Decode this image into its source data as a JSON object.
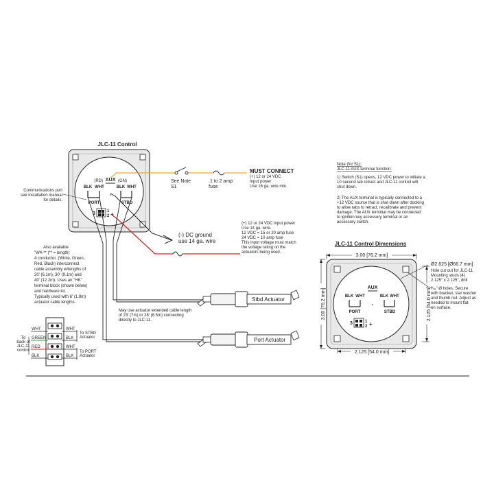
{
  "control": {
    "title": "JLC-11 Control",
    "aux": "AUX",
    "rd": "(RD)",
    "gn": "(GN)",
    "blk_left": "BLK",
    "wht_left": "WHT",
    "blk_right": "BLK",
    "wht_right": "WHT",
    "port": "PORT",
    "stbd": "STBD",
    "minus": "-",
    "plus": "+",
    "digits": [
      "3",
      "1",
      "2"
    ]
  },
  "comm_port_note": [
    "Communications port",
    "see installation manual",
    "for details."
  ],
  "switch": {
    "label": [
      "See Note",
      "S1"
    ]
  },
  "fuse1": {
    "label": [
      ".1 to 2 amp",
      "fuse"
    ]
  },
  "must_connect": {
    "title": "MUST CONNECT",
    "lines": [
      "(+) 12 or 24 VDC",
      "Input power",
      "Use 16 ga. wire min."
    ]
  },
  "dc_ground": {
    "lines": [
      "(-) DC ground",
      "use 14 ga. wire"
    ]
  },
  "power_note": {
    "lines": [
      "(+) 12 or 24 VDC input power",
      "Use 14 ga. wire.",
      "12 VDC = 15 or 20 amp fuse",
      "24 VDC = 10 amp fuse",
      "This input voltage must match",
      "the voltage rating on the",
      "actuators being used."
    ]
  },
  "note_s1": {
    "title": "Note (for S1):",
    "subtitle": "JLC-11 AUX terminal function:",
    "p1": [
      "1) Switch (S1) opens, 12 VDC power to initiate a",
      "10 second tab retract and JLC-11 control will",
      "shut down."
    ],
    "p2": [
      "2) The AUX terminal is typically connected to a",
      "+12 VDC source that is shut down after docking",
      "to allow tabs to retract, recalibrate and prevent",
      "damage.  The AUX terminal may be connected",
      "to ignition key accessory terminal or an",
      "accessory switch."
    ]
  },
  "also_available": {
    "lines": [
      "Also available",
      "\"W4-** (** = length)",
      "4 conductor, (White, Green,",
      "Red, Black) interconnect",
      "cable assembly w/lengths of",
      "20' (6.1m), 30' (9.1m) and",
      "40' (12.2m). Uses an \"HK\"",
      "terminal block (shown below)",
      "and hardware kit.",
      "Typically used with 6' (1.8m)",
      "actuator cable lengths."
    ]
  },
  "extended_cable": {
    "lines": [
      "May use actuator extended cable length",
      "of 23' (7m) or 28' (8.5m) connecting",
      "directly to JLC-11."
    ]
  },
  "stbd_actuator": {
    "label": "Stbd Actuator"
  },
  "port_actuator": {
    "label": "Port Actuator"
  },
  "terminal_block": {
    "left_label": [
      "To",
      "back of",
      "JLC-11",
      "control"
    ],
    "rows": [
      "WHT",
      "GREEN",
      "RED",
      "BLK"
    ],
    "right_rows": [
      "WHT",
      "BLK",
      "WHT",
      "BLK"
    ],
    "to_stbd": [
      "To STBD",
      "Actuator"
    ],
    "to_port": [
      "To PORT",
      "Actuator"
    ]
  },
  "dimensions": {
    "title": "JLC-11 Control Dimensions",
    "width": "3.00 [76.2 mm]",
    "height": "3.00 [76.2 mm]",
    "inner_height": "2.125 [54.0 mm]",
    "inner_width": "2.125 [54.0 mm]",
    "hole": "Ø2.625 [Ø66.7 mm]",
    "hole_note": [
      "Hole cut out for JLC-11",
      "Mounting studs (4)",
      "2.125\" x 2.125\", drill"
    ],
    "stud_note": [
      "³⁄₁₆\" Ø holes. Secure",
      "with bracket, star washer",
      "and thumb nut. Adjust as",
      "needed to mount flat",
      "on surface."
    ]
  },
  "colors": {
    "red_wire": "#d0202a",
    "orange_wire": "#e8a93a",
    "line": "#222222",
    "panel_fill": "#e9e9e9"
  }
}
